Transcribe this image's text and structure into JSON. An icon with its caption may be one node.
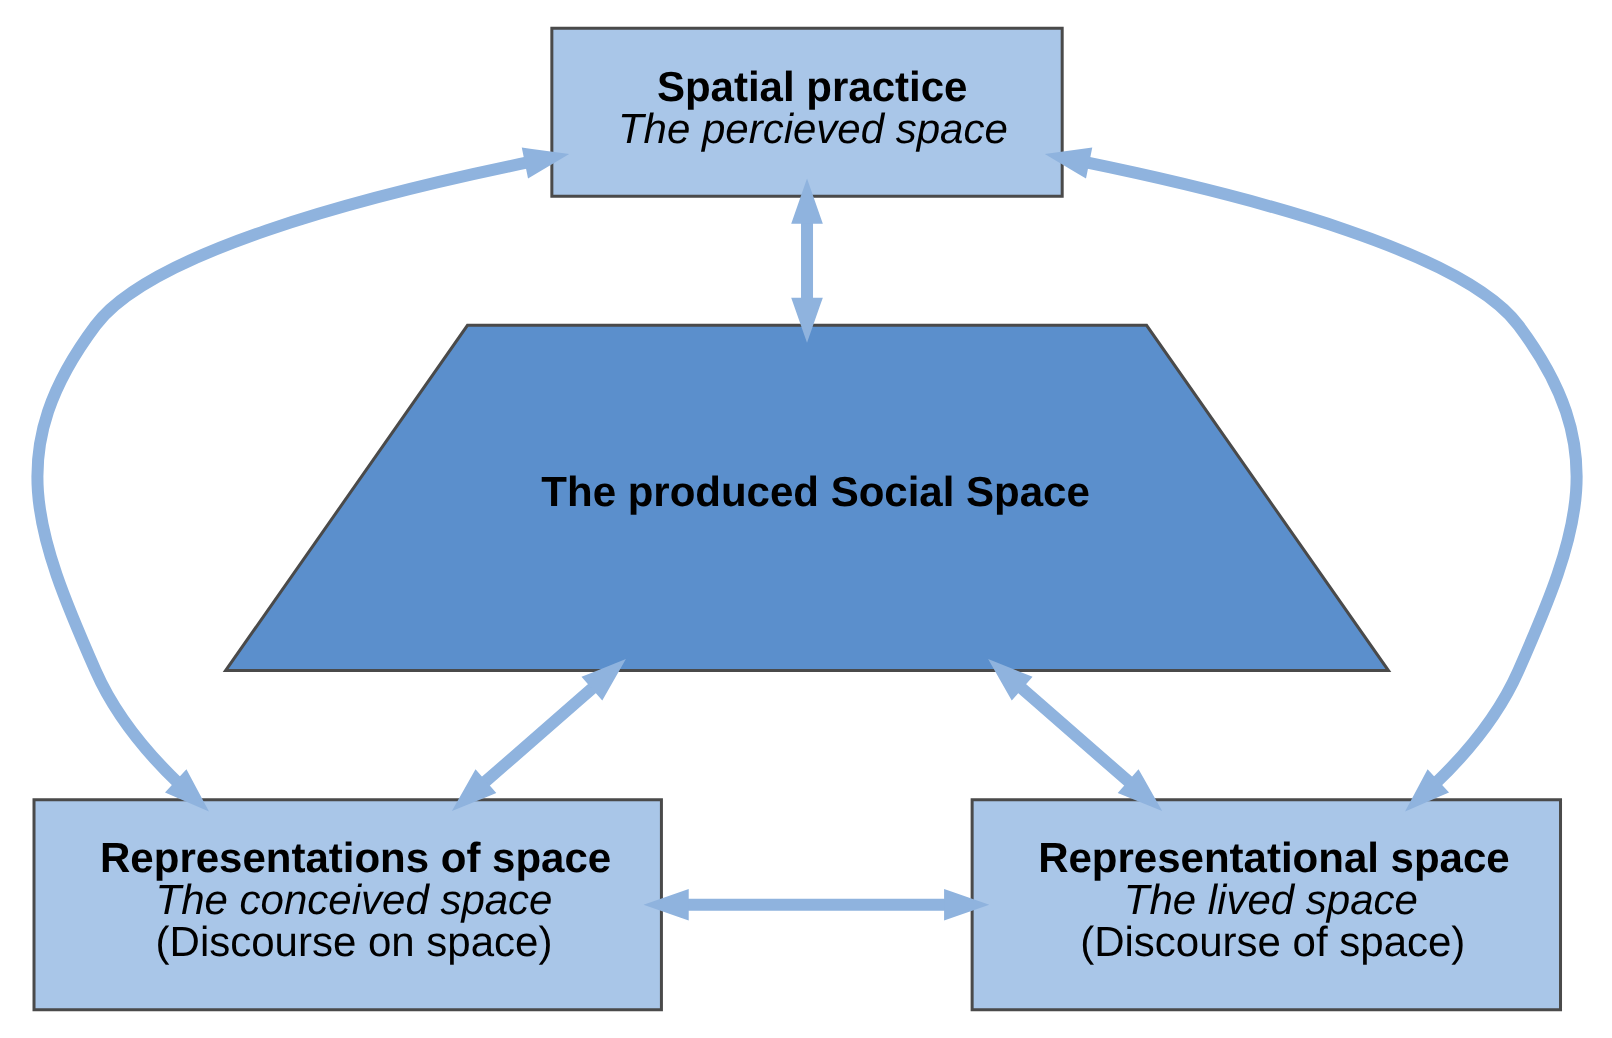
{
  "diagram": {
    "nodes": [
      {
        "text": [
          "Spatial practice",
          "The percieved space"
        ]
      },
      {
        "text": [
          "The produced Social Space"
        ]
      },
      {
        "text": [
          "Representations of space",
          "The conceived space",
          "(Discourse on space)"
        ]
      },
      {
        "text": [
          "Representational space",
          "The lived space",
          "(Discourse of space)"
        ]
      }
    ],
    "edges": [
      {
        "from": 0,
        "to": 1,
        "arrow": "both"
      },
      {
        "from": 0,
        "to": 2,
        "arrow": "both"
      },
      {
        "from": 0,
        "to": 3,
        "arrow": "both"
      },
      {
        "from": 1,
        "to": 2,
        "arrow": "both"
      },
      {
        "from": 1,
        "to": 3,
        "arrow": "both"
      },
      {
        "from": 2,
        "to": 3,
        "arrow": "both"
      }
    ]
  }
}
